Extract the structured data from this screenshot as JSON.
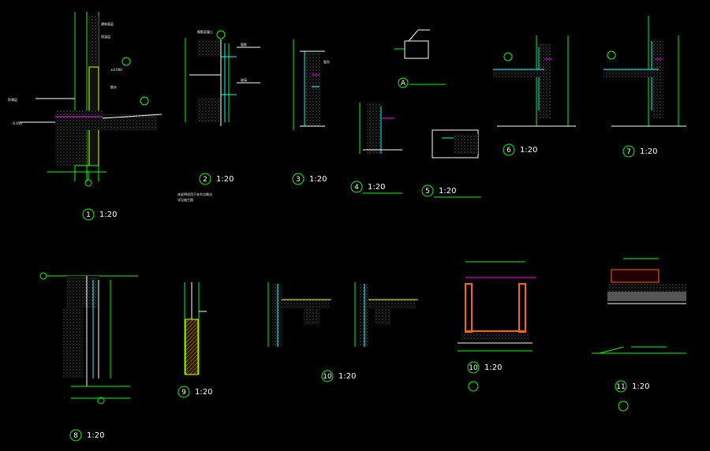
{
  "drawing": {
    "background": "#000000",
    "colors": {
      "outline": "#00ff00",
      "text": "#ffffff",
      "accent_cyan": "#00ffff",
      "accent_yellow": "#ffff00",
      "accent_magenta": "#ff00ff",
      "accent_orange": "#ff6600"
    },
    "details": [
      {
        "num": "1",
        "scale": "1:20"
      },
      {
        "num": "2",
        "scale": "1:20"
      },
      {
        "num": "3",
        "scale": "1:20"
      },
      {
        "num": "4",
        "scale": "1:20"
      },
      {
        "num": "5",
        "scale": "1:20"
      },
      {
        "num": "6",
        "scale": "1:20"
      },
      {
        "num": "7",
        "scale": "1:20"
      },
      {
        "num": "8",
        "scale": "1:20"
      },
      {
        "num": "9",
        "scale": "1:20"
      },
      {
        "num": "10",
        "scale": "1:20"
      },
      {
        "num": "10",
        "scale": "1:20"
      },
      {
        "num": "11",
        "scale": "1:20"
      }
    ],
    "callouts": [
      {
        "letter": "A"
      }
    ]
  }
}
